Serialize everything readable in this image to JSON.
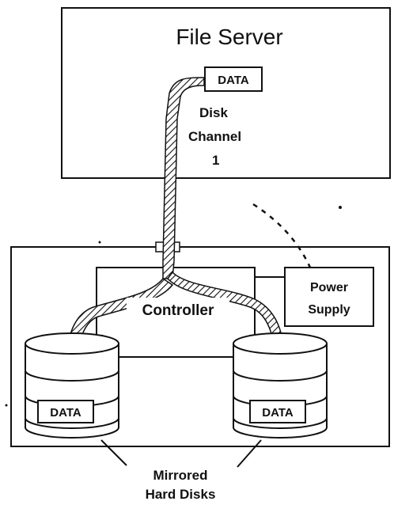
{
  "server": {
    "title": "File Server"
  },
  "channel": {
    "line1": "Disk",
    "line2": "Channel",
    "line3": "1"
  },
  "data_tag": "DATA",
  "controller": {
    "label": "Controller"
  },
  "power_supply": {
    "line1": "Power",
    "line2": "Supply"
  },
  "disks": {
    "left_label": "DATA",
    "right_label": "DATA"
  },
  "caption": {
    "line1": "Mirrored",
    "line2": "Hard Disks"
  },
  "colors": {
    "ink": "#111111",
    "paper": "#ffffff"
  }
}
